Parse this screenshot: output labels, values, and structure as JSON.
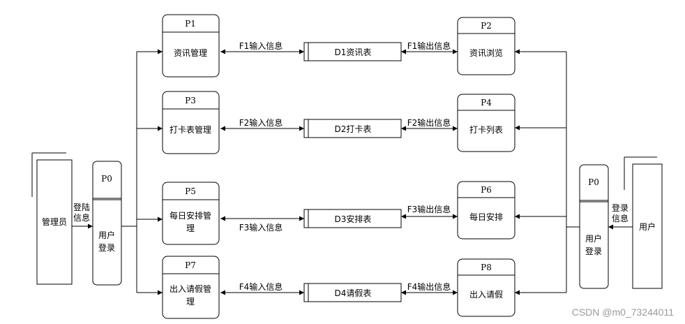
{
  "entities": {
    "admin": {
      "name": "管理员"
    },
    "user": {
      "name": "用户"
    }
  },
  "login_flows": {
    "admin": {
      "line1": "登陆",
      "line2": "信息"
    },
    "user": {
      "line1": "登录",
      "line2": "信息"
    }
  },
  "processes": {
    "p0_admin": {
      "id": "P0",
      "line1": "用户",
      "line2": "登录"
    },
    "p0_user": {
      "id": "P0",
      "line1": "用户",
      "line2": "登录"
    },
    "p1": {
      "id": "P1",
      "line1": "资讯管理",
      "line2": ""
    },
    "p2": {
      "id": "P2",
      "line1": "资讯浏览",
      "line2": ""
    },
    "p3": {
      "id": "P3",
      "line1": "打卡表管理",
      "line2": ""
    },
    "p4": {
      "id": "P4",
      "line1": "打卡列表",
      "line2": ""
    },
    "p5": {
      "id": "P5",
      "line1": "每日安排管",
      "line2": "理"
    },
    "p6": {
      "id": "P6",
      "line1": "每日安排",
      "line2": ""
    },
    "p7": {
      "id": "P7",
      "line1": "出入请假管",
      "line2": "理"
    },
    "p8": {
      "id": "P8",
      "line1": "出入请假",
      "line2": ""
    }
  },
  "stores": {
    "d1": {
      "label": "D1资讯表"
    },
    "d2": {
      "label": "D2打卡表"
    },
    "d3": {
      "label": "D3安排表"
    },
    "d4": {
      "label": "D4请假表"
    }
  },
  "flows": {
    "f1_in": "F1输入信息",
    "f1_out": "F1输出信息",
    "f2_in": "F2输入信息",
    "f2_out": "F2输出信息",
    "f3_in": "F3输入信息",
    "f3_out": "F3输出信息",
    "f4_in": "F4输入信息",
    "f4_out": "F4输出信息"
  },
  "watermark": "CSDN @m0_73244011"
}
